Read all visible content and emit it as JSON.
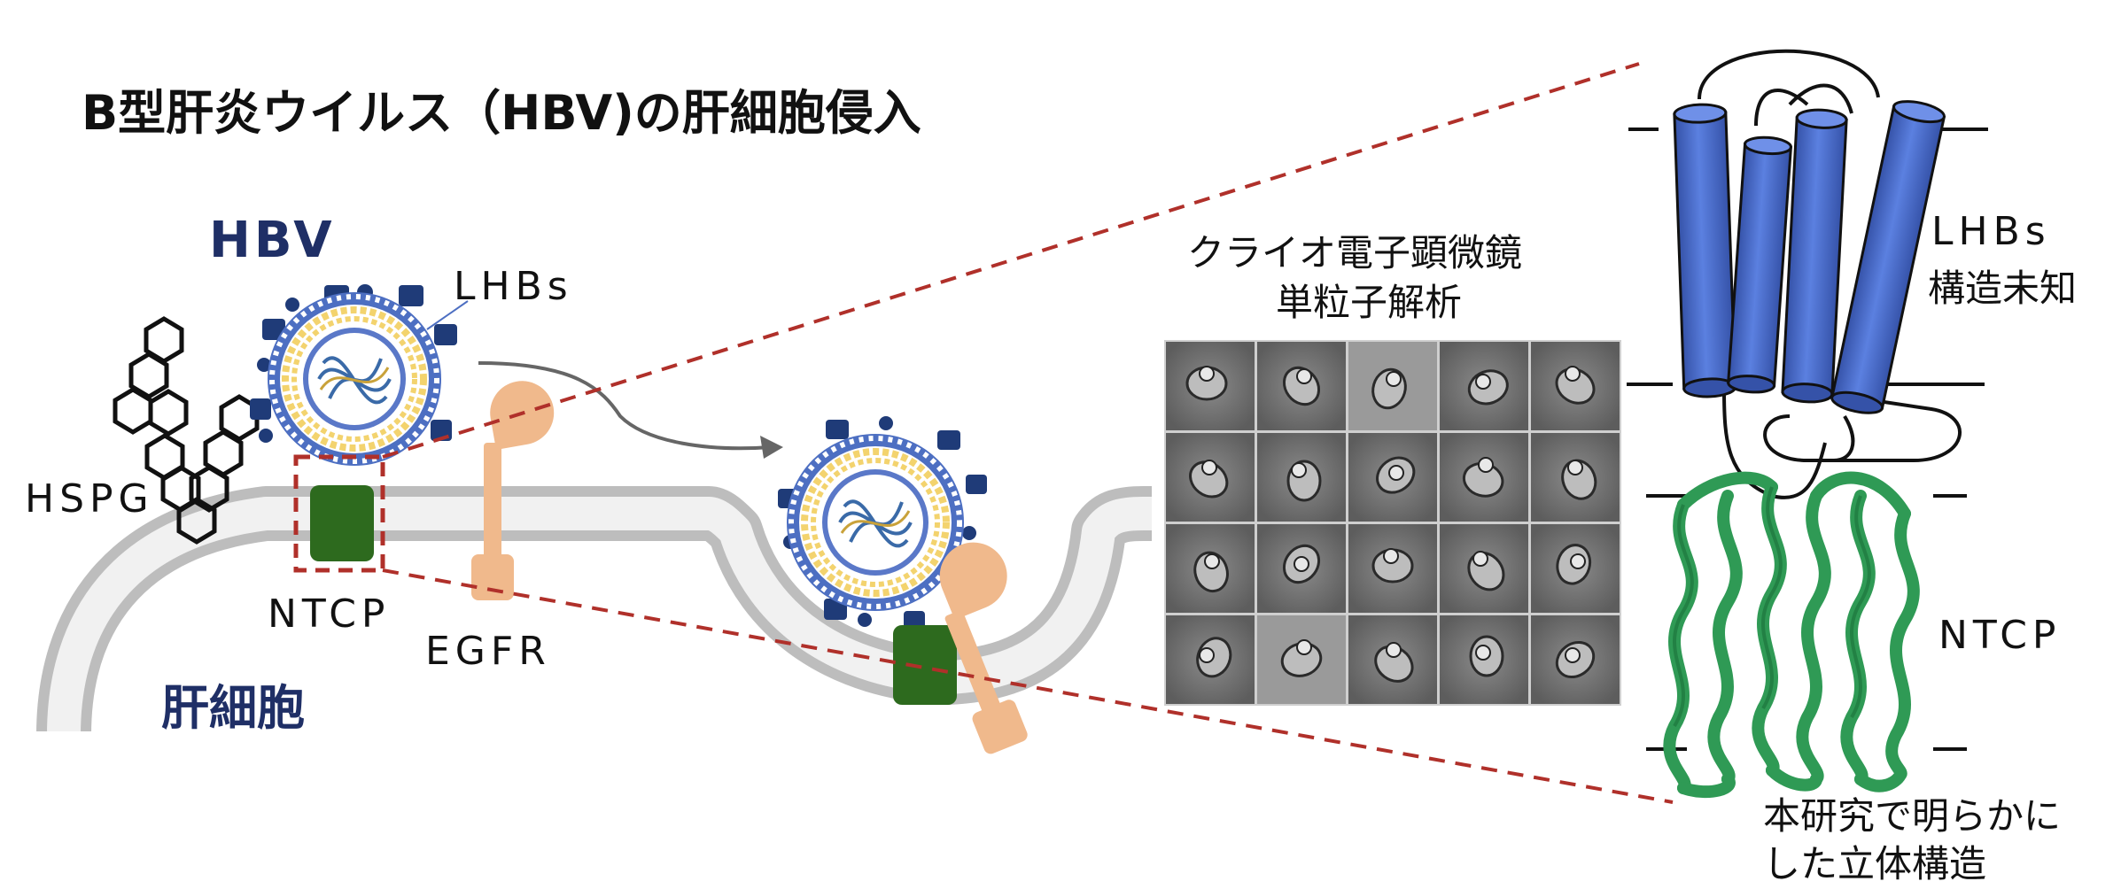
{
  "title": "B型肝炎ウイルス（HBV)の肝細胞侵入",
  "labels": {
    "hbv": "HBV",
    "lhbs_left": "LHBs",
    "hspg": "HSPG",
    "ntcp_left": "NTCP",
    "egfr": "EGFR",
    "hepatocyte": "肝細胞",
    "cryoem_line1": "クライオ電子顕微鏡",
    "cryoem_line2": "単粒子解析",
    "lhbs_right": "LHBs",
    "lhbs_structure_unknown": "構造未知",
    "ntcp_right": "NTCP",
    "caption_line1": "本研究で明らかに",
    "caption_line2": "した立体構造"
  },
  "colors": {
    "membrane": "#bdbdbd",
    "membrane_inner": "#f1f1f1",
    "virus_shell": "#4d6fc2",
    "virus_dark": "#1f3b78",
    "lipid": "#f3d36e",
    "ntcp_box": "#2d6a1e",
    "egfr": "#f0b98c",
    "helix": "#4a6fd0",
    "ribbon": "#2f9a55",
    "dashed": "#b0302a",
    "navy_text": "#1f2f66"
  },
  "icons": {
    "virus": "hbv-virion-icon",
    "heparan": "hexagon-chain-icon",
    "receptor": "egfr-receptor-icon",
    "transporter": "ntcp-box-icon",
    "micrograph": "cryoem-class-average-grid",
    "helices": "transmembrane-helix-cylinders",
    "ribbon": "protein-ribbon-structure"
  }
}
